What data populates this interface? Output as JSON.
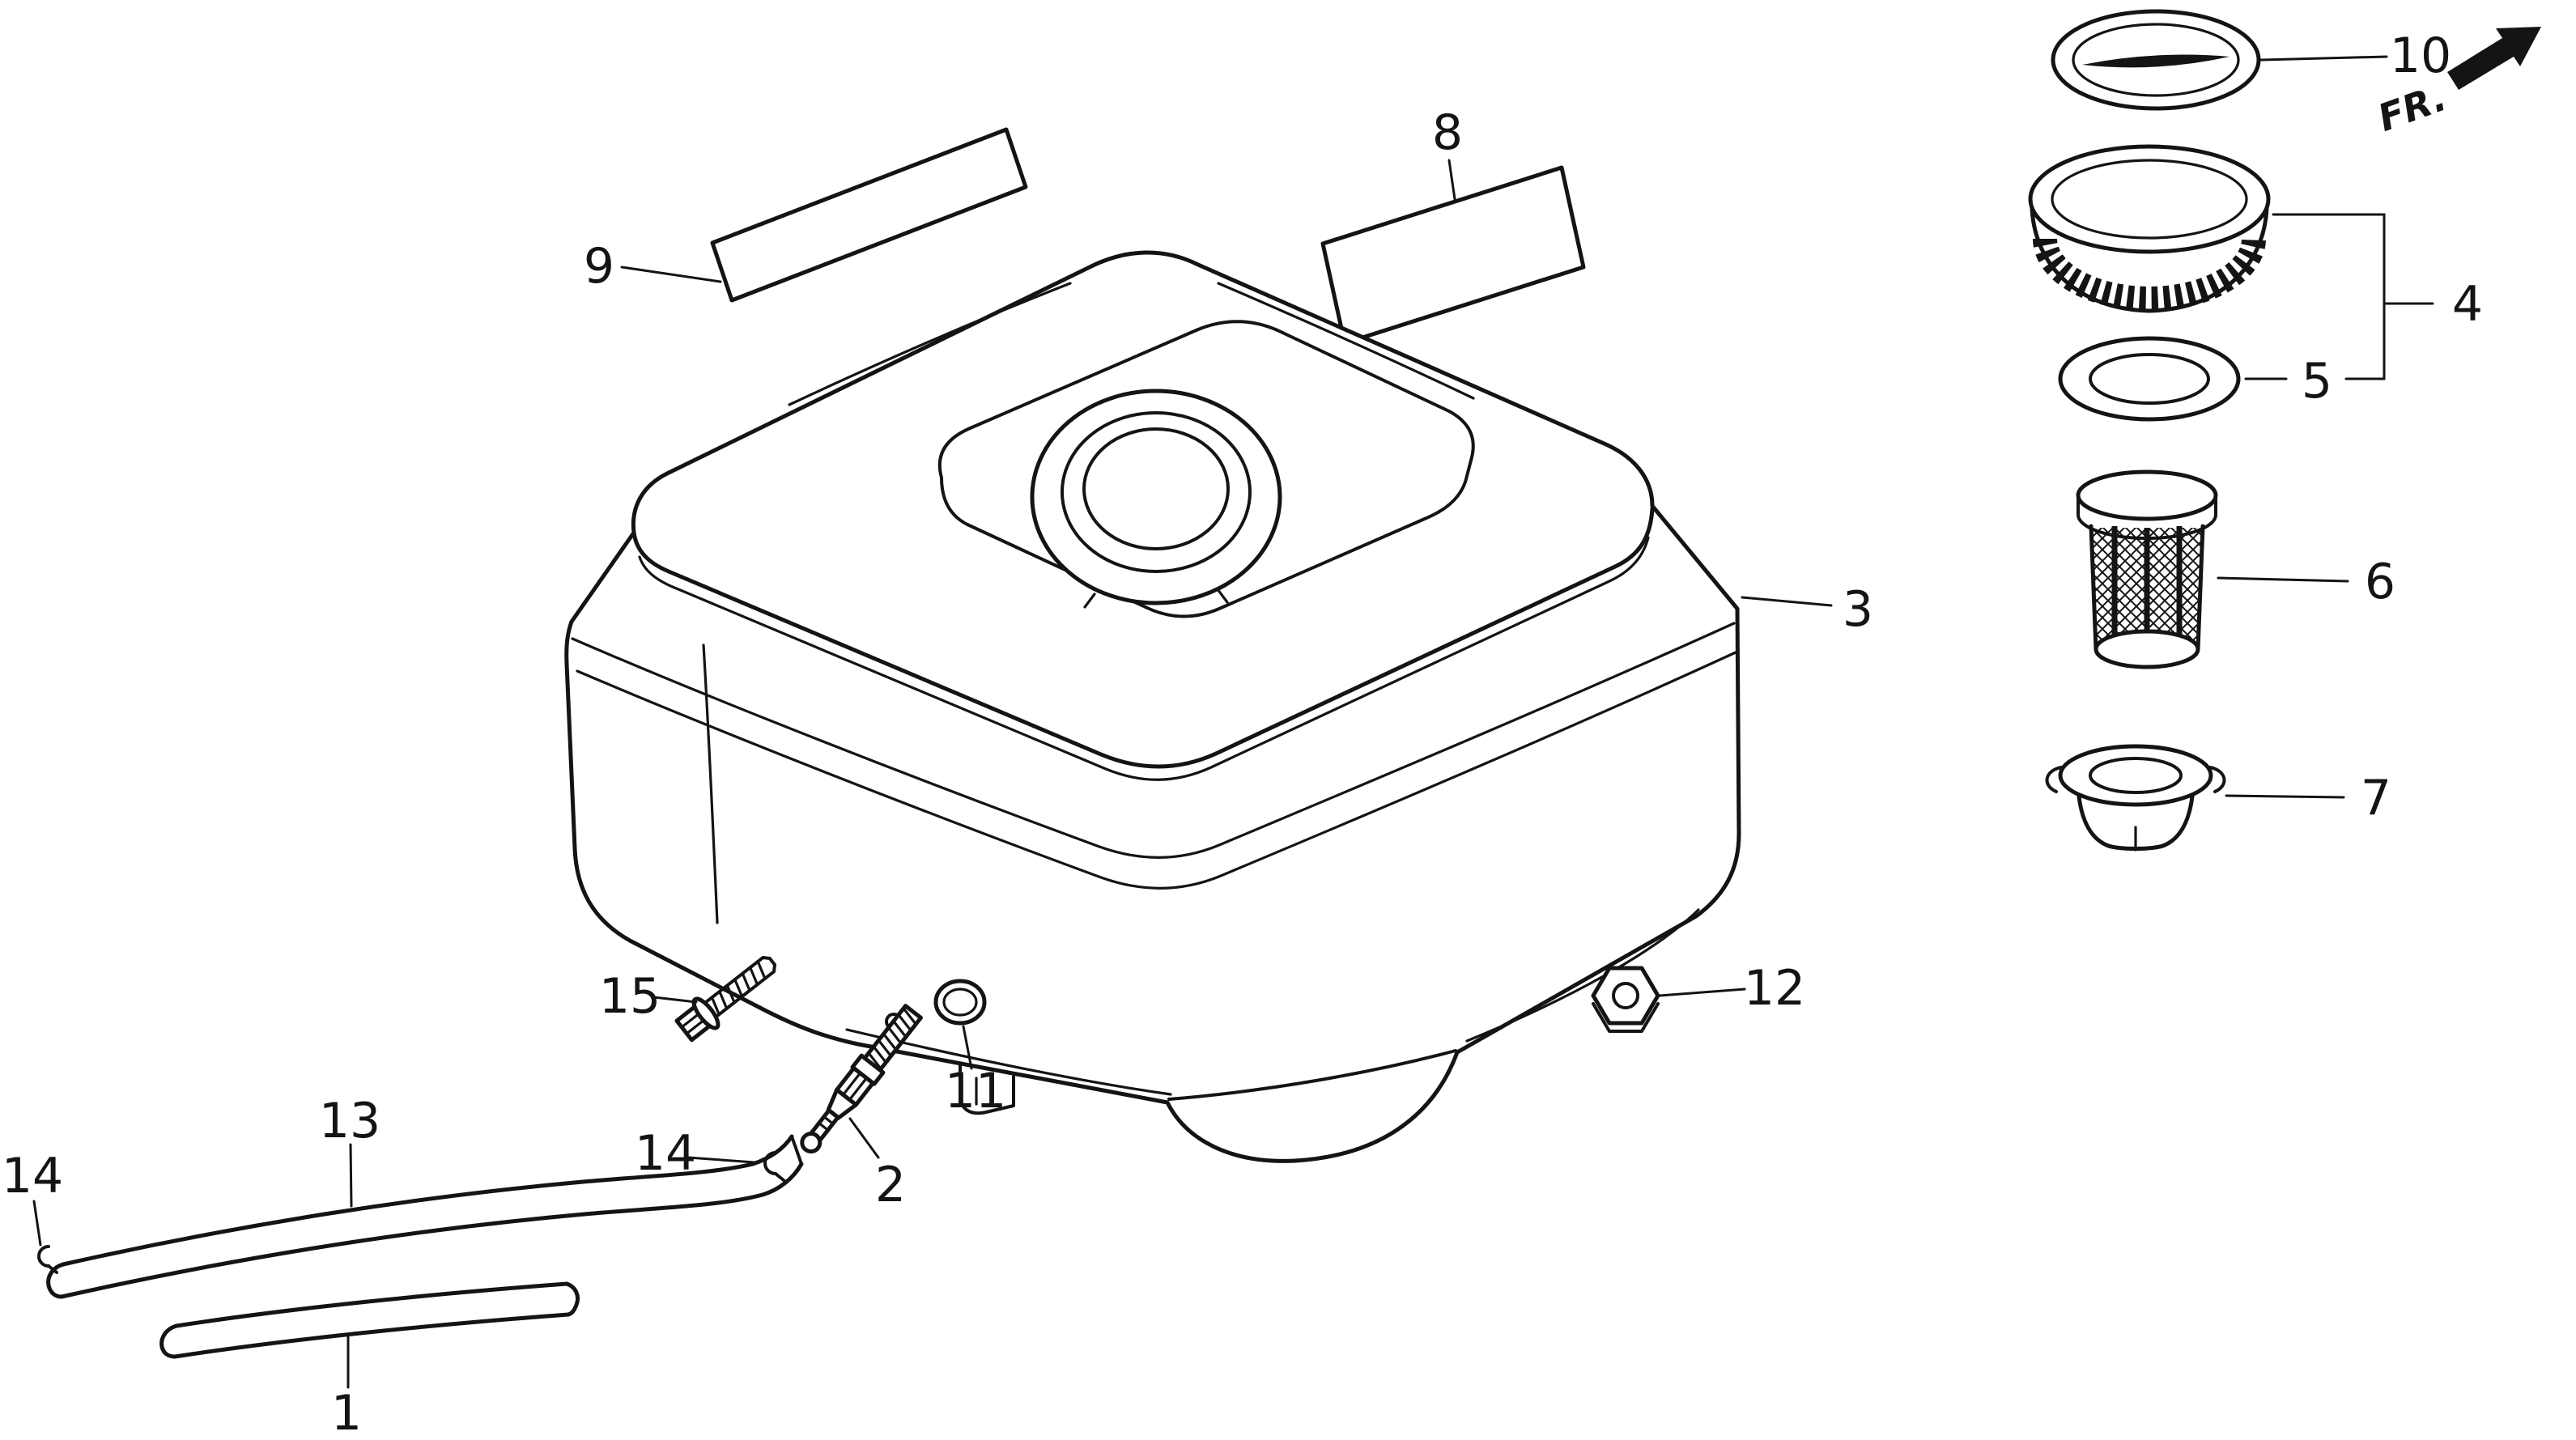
{
  "diagram": {
    "fr_label": "FR.",
    "callouts": {
      "part1": "1",
      "part2": "2",
      "part3": "3",
      "part4": "4",
      "part5": "5",
      "part6": "6",
      "part7": "7",
      "part8": "8",
      "part9": "9",
      "part10": "10",
      "part11": "11",
      "part12": "12",
      "part13": "13",
      "part14": "14",
      "part15": "15"
    }
  }
}
